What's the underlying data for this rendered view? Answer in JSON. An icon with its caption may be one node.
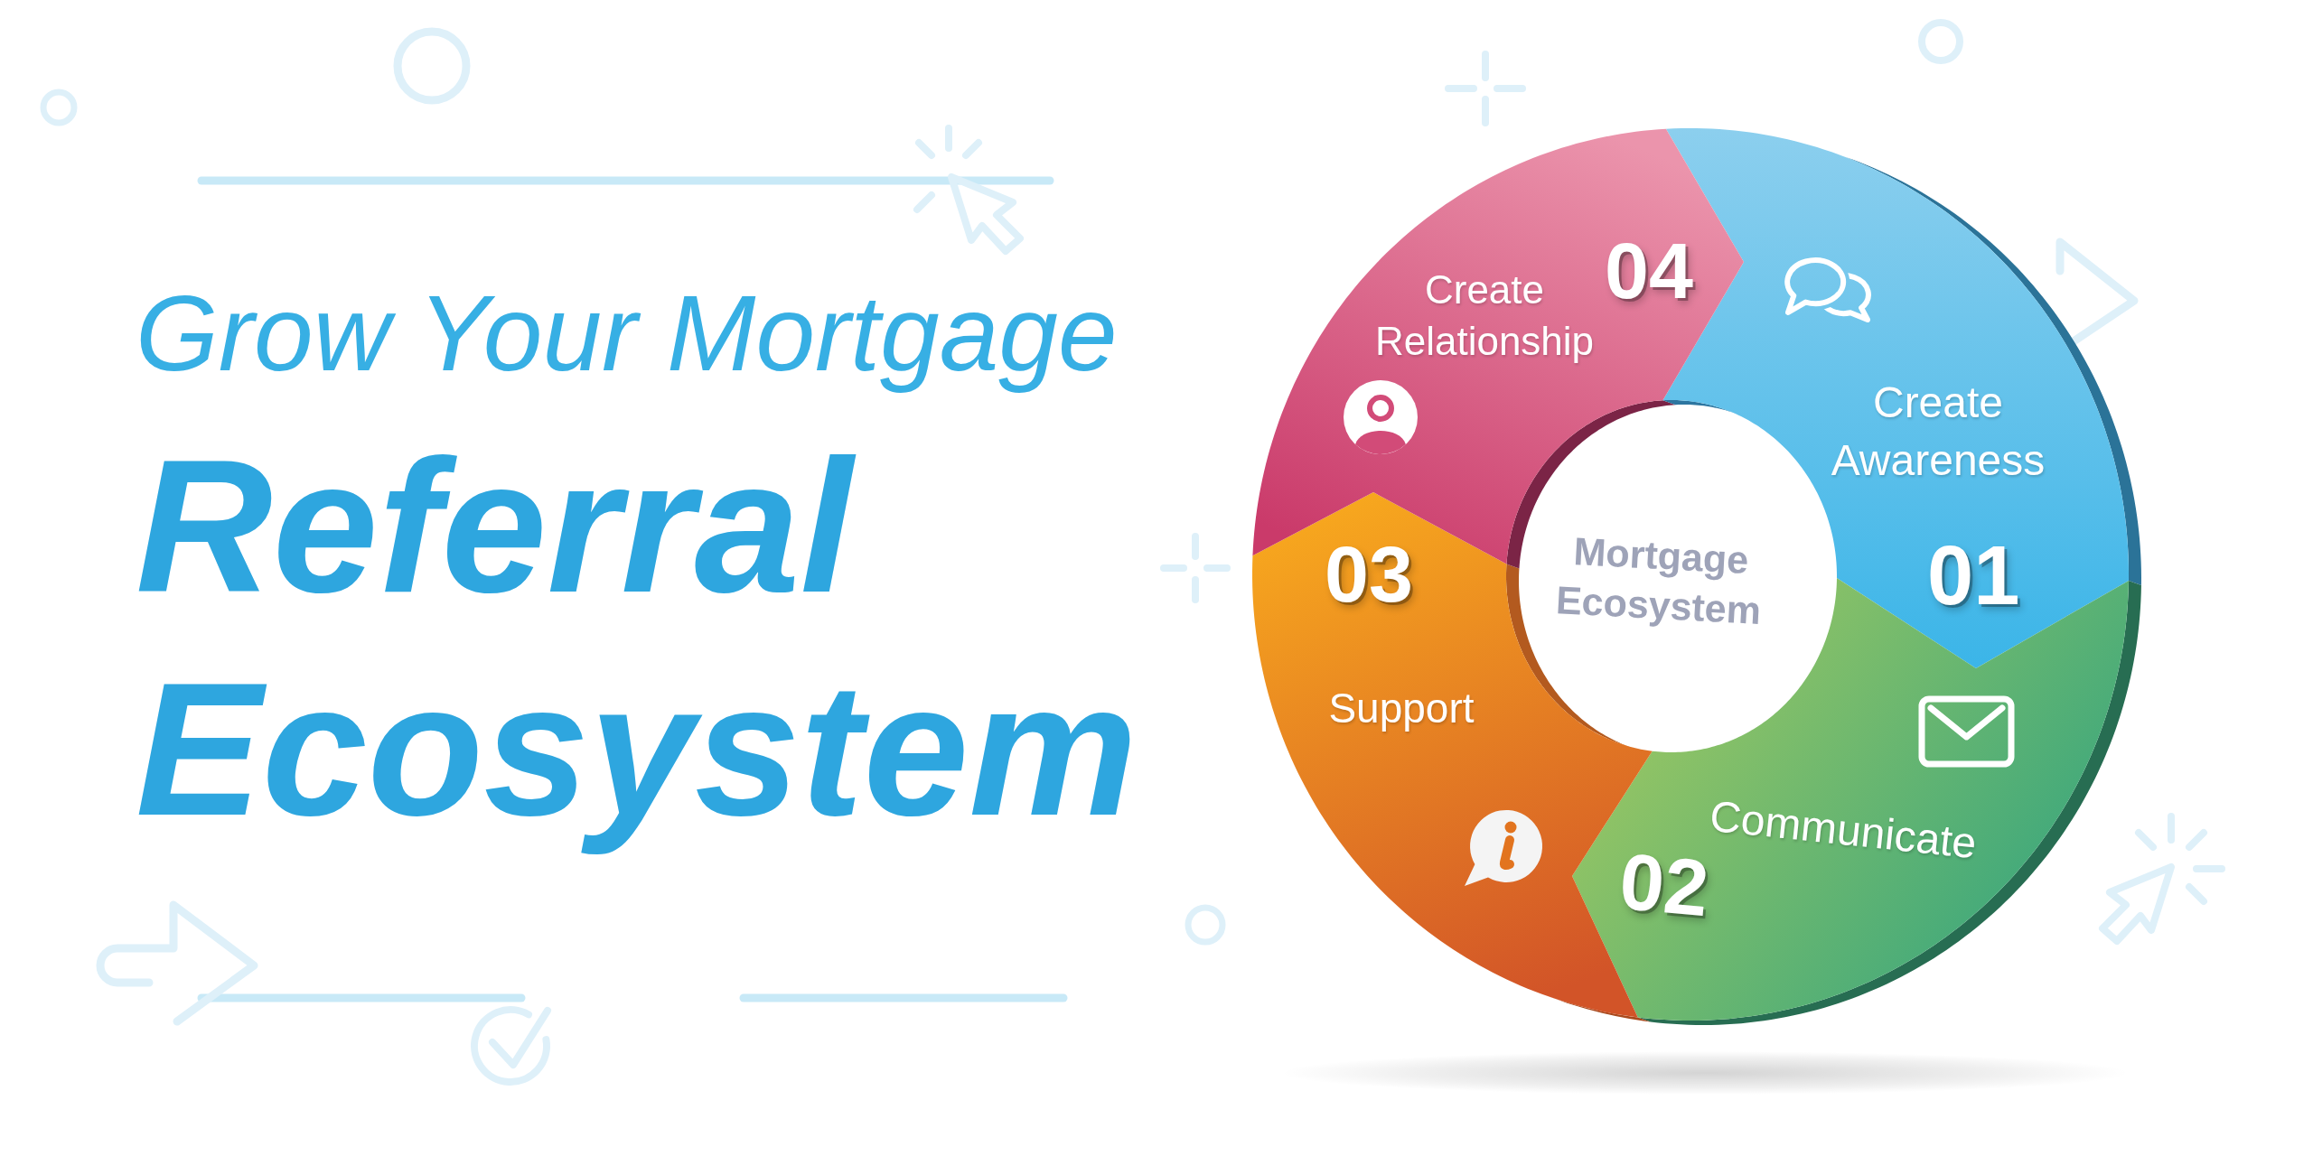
{
  "diagram": {
    "title": "Grow Your Mortgage **Referral Ecosystem**",
    "nodes": [
      {
        "text": [
          "Create Awareness",
          "01"
        ]
      },
      {
        "text": [
          "Communicate",
          "02"
        ]
      },
      {
        "text": [
          "03",
          "Support"
        ]
      },
      {
        "text": [
          "04",
          "Create Relationship"
        ]
      },
      {
        "text": [
          "Mortgage Ecosystem"
        ]
      }
    ]
  }
}
